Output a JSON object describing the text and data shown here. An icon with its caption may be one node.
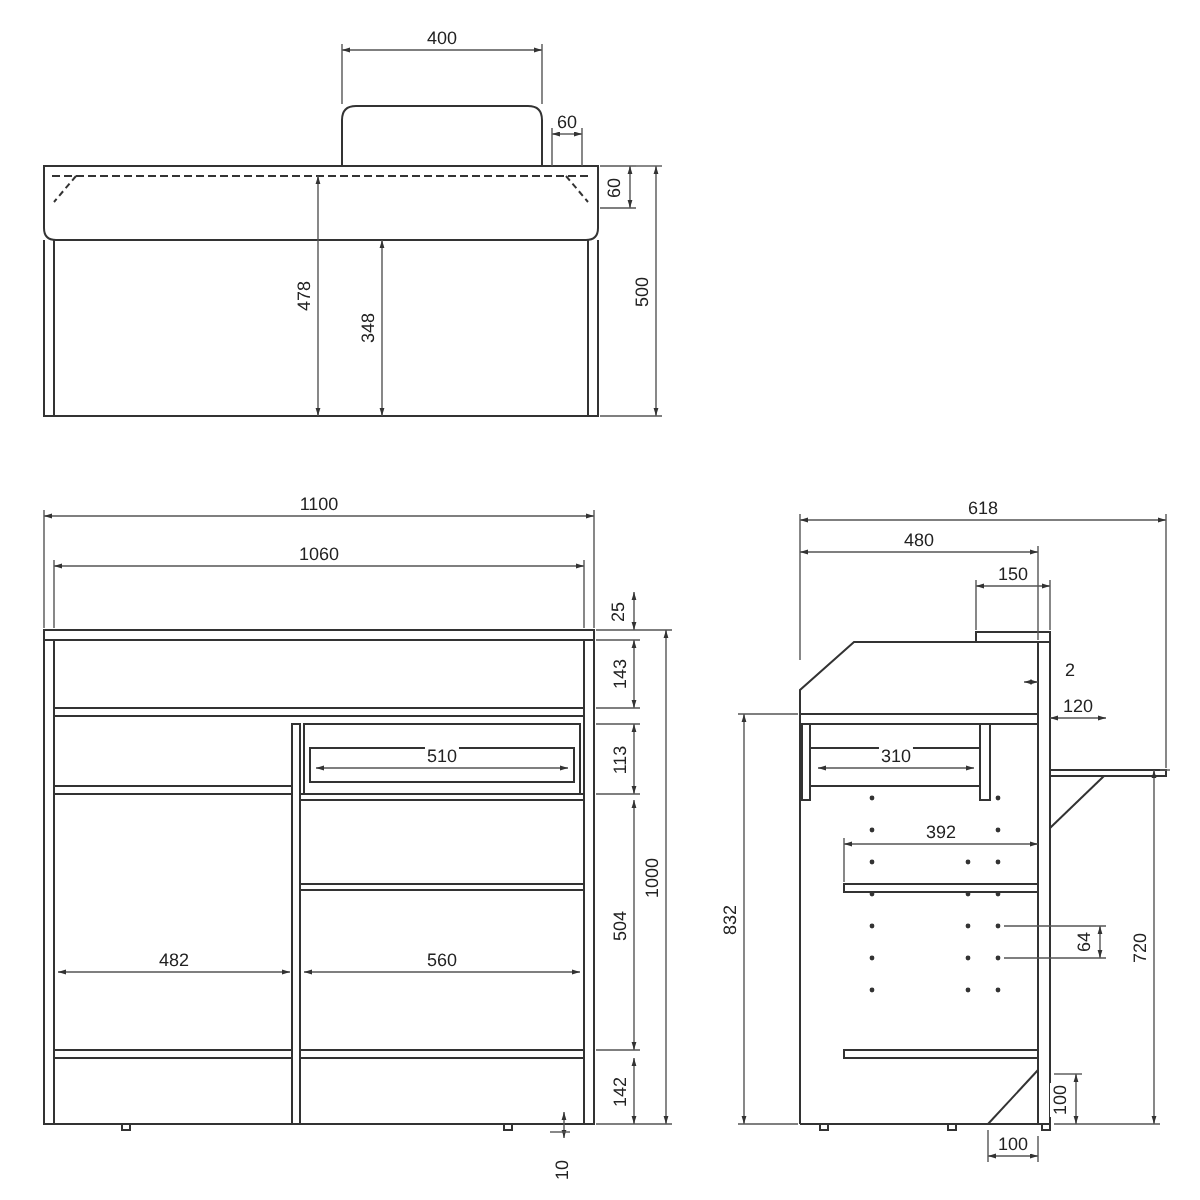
{
  "diagram": {
    "labels": [
      "400",
      "60",
      "60",
      "478",
      "348",
      "500",
      "1100",
      "1060",
      "25",
      "143",
      "113",
      "510",
      "1000",
      "504",
      "482",
      "560",
      "142",
      "10",
      "618",
      "480",
      "150",
      "2",
      "120",
      "310",
      "392",
      "832",
      "64",
      "720",
      "100",
      "100"
    ]
  }
}
